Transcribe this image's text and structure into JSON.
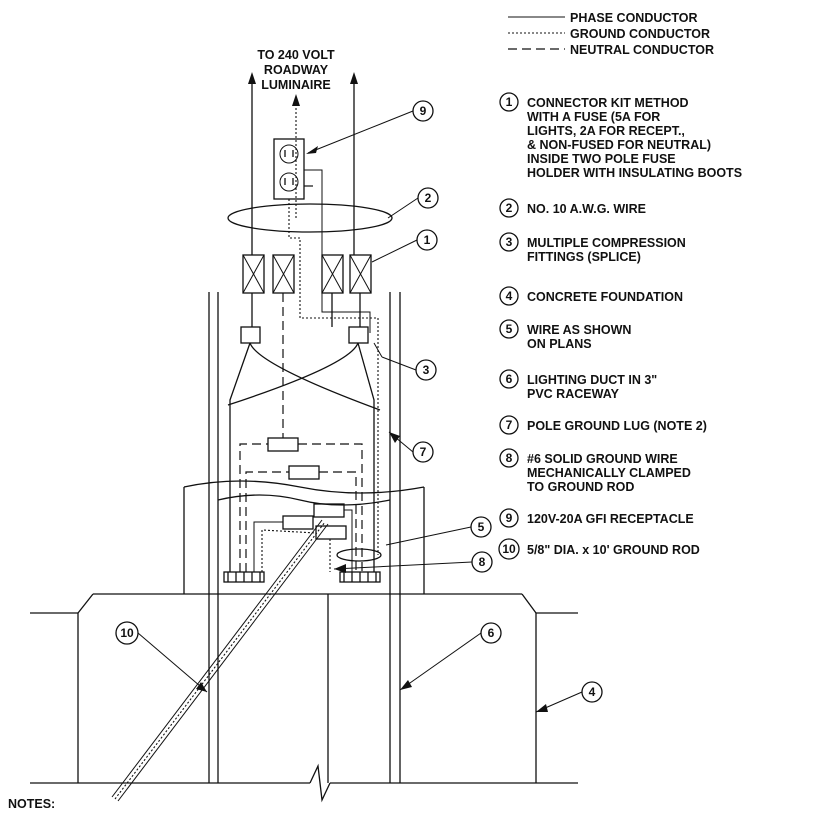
{
  "legend": {
    "phase": "PHASE CONDUCTOR",
    "ground": "GROUND CONDUCTOR",
    "neutral": "NEUTRAL CONDUCTOR"
  },
  "top_label": [
    "TO 240 VOLT",
    "ROADWAY",
    "LUMINAIRE"
  ],
  "items": [
    {
      "num": "1",
      "lines": [
        "CONNECTOR KIT METHOD",
        "WITH A FUSE (5A FOR",
        "LIGHTS, 2A FOR RECEPT.,",
        "& NON-FUSED FOR NEUTRAL)",
        "INSIDE TWO POLE FUSE",
        "HOLDER WITH INSULATING BOOTS"
      ]
    },
    {
      "num": "2",
      "lines": [
        "NO. 10 A.W.G. WIRE"
      ]
    },
    {
      "num": "3",
      "lines": [
        "MULTIPLE COMPRESSION",
        "FITTINGS (SPLICE)"
      ]
    },
    {
      "num": "4",
      "lines": [
        "CONCRETE FOUNDATION"
      ]
    },
    {
      "num": "5",
      "lines": [
        "WIRE AS SHOWN",
        "ON PLANS"
      ]
    },
    {
      "num": "6",
      "lines": [
        "LIGHTING DUCT IN 3\"",
        "PVC RACEWAY"
      ]
    },
    {
      "num": "7",
      "lines": [
        "POLE GROUND LUG (NOTE 2)"
      ]
    },
    {
      "num": "8",
      "lines": [
        "#6 SOLID GROUND WIRE",
        "MECHANICALLY CLAMPED",
        "TO GROUND ROD"
      ]
    },
    {
      "num": "9",
      "lines": [
        "120V-20A GFI RECEPTACLE"
      ]
    },
    {
      "num": "10",
      "lines": [
        "5/8\" DIA. x 10' GROUND ROD"
      ]
    }
  ],
  "notes_label": "NOTES:"
}
